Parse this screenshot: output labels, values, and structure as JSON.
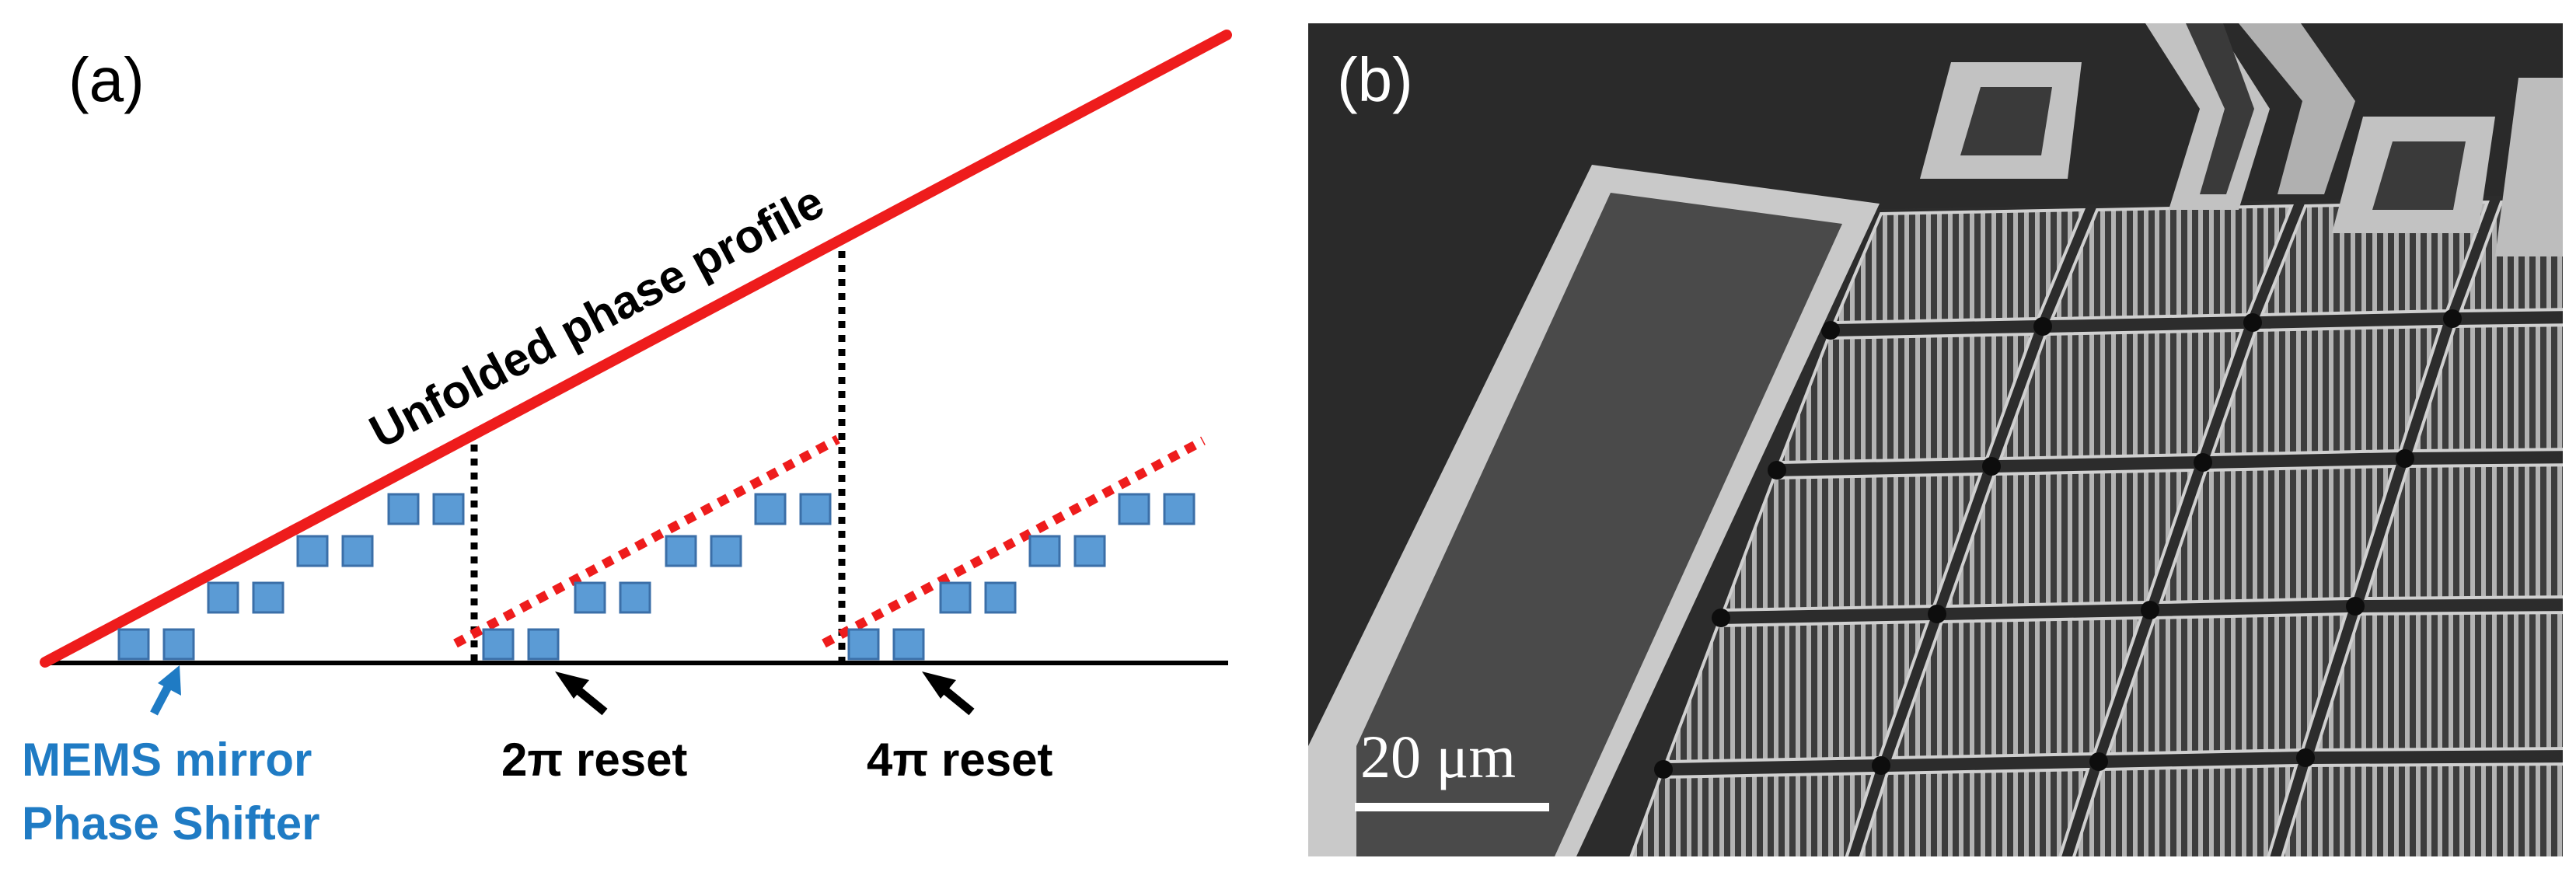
{
  "panel_a": {
    "label": "(a)",
    "unfolded_label": "Unfolded phase profile",
    "mirror_label_line1": "MEMS mirror",
    "mirror_label_line2": "Phase Shifter",
    "reset_2pi_label": "2π reset",
    "reset_4pi_label": "4π reset"
  },
  "panel_b": {
    "label": "(b)",
    "scale_bar_label": "20 μm"
  },
  "colors": {
    "profile_red": "#ee1c1c",
    "mirror_fill": "#5b9bd5",
    "mirror_stroke": "#3b6fa8",
    "mirror_label_blue": "#1f7bc4",
    "sem_background": "#262626"
  }
}
